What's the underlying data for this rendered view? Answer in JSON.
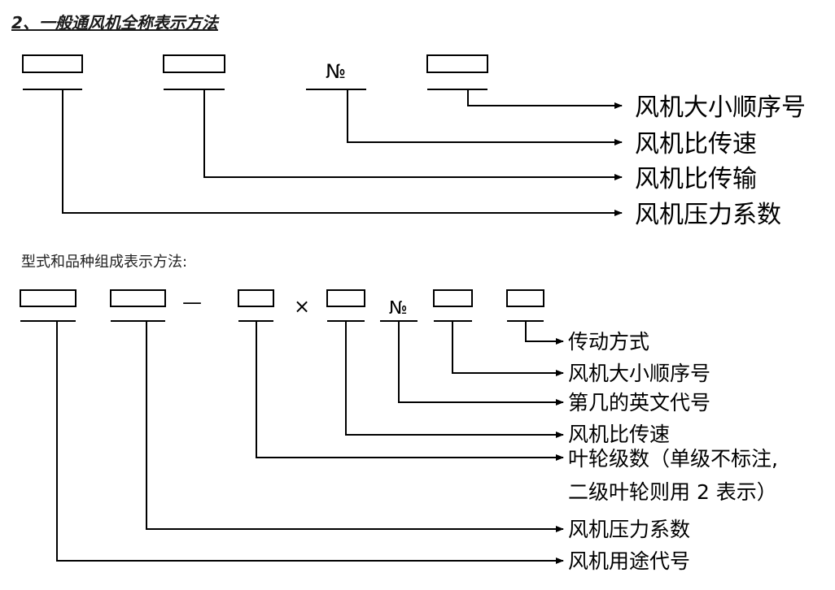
{
  "heading": "2、一般通风机全称表示方法",
  "subheading": "型式和品种组成表示方法:",
  "diagram1": {
    "number_sign": "№",
    "labels": [
      "风机大小顺序号",
      "风机比传速",
      "风机比传输",
      "风机压力系数"
    ]
  },
  "diagram2": {
    "dash": "—",
    "times": "×",
    "number_sign": "№",
    "labels": [
      "传动方式",
      "风机大小顺序号",
      "第几的英文代号",
      "风机比传速",
      "叶轮级数（单级不标注,",
      "二级叶轮则用 2 表示）",
      "风机压力系数",
      "风机用途代号"
    ]
  }
}
